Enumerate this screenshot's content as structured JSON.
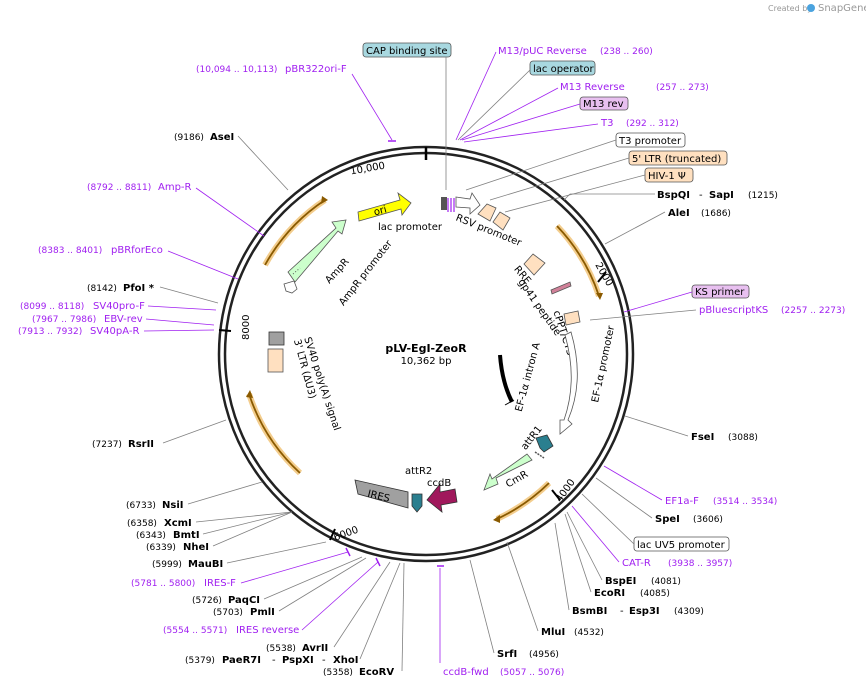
{
  "credit": {
    "created_by": "Created by",
    "brand": "SnapGene"
  },
  "plasmid": {
    "name": "pLV-EgI-ZeoR",
    "size": "10,362 bp"
  },
  "ring_ticks": {
    "t10000": "10,000",
    "t2000": "2000",
    "t4000": "4000",
    "t6000": "6000",
    "t8000": "8000"
  },
  "sites_right": {
    "cap": "CAP binding site",
    "m13puc": "M13/pUC Reverse",
    "m13puc_pos": "(238 .. 260)",
    "lacop": "lac operator",
    "m13rev": "M13 Reverse",
    "m13rev_pos": "(257 .. 273)",
    "m13revbox": "M13 rev",
    "t3": "T3",
    "t3_pos": "(292 .. 312)",
    "t3prom": "T3 promoter",
    "ltr5": "5' LTR (truncated)",
    "hiv": "HIV-1 Ψ",
    "bspqi": "BspQI",
    "sapi": "SapI",
    "bspqi_pos": "(1215)",
    "alei": "AleI",
    "alei_pos": "(1686)",
    "ks": "KS primer",
    "pbks": "pBluescriptKS",
    "pbks_pos": "(2257 .. 2273)",
    "fsei": "FseI",
    "fsei_pos": "(3088)",
    "ef1af": "EF1a-F",
    "ef1af_pos": "(3514 .. 3534)",
    "spei": "SpeI",
    "spei_pos": "(3606)",
    "lacuv5": "lac UV5 promoter",
    "catr": "CAT-R",
    "catr_pos": "(3938 .. 3957)",
    "bspei": "BspEI",
    "bspei_pos": "(4081)",
    "ecori": "EcoRI",
    "ecori_pos": "(4085)",
    "bsmbi": "BsmBI",
    "esp3i": "Esp3I",
    "bsmbi_pos": "(4309)",
    "mlui": "MluI",
    "mlui_pos": "(4532)",
    "srfi": "SrfI",
    "srfi_pos": "(4956)",
    "ccdbfwd": "ccdB-fwd",
    "ccdbfwd_pos": "(5057 .. 5076)"
  },
  "sites_left": {
    "ecorv": "EcoRV",
    "ecorv_pos": "(5358)",
    "xhoi": "XhoI",
    "pspxi": "PspXI",
    "pae": "PaeR7I",
    "pae_pos": "(5379)",
    "avrii": "AvrII",
    "avrii_pos": "(5538)",
    "iresrev": "IRES reverse",
    "iresrev_pos": "(5554 .. 5571)",
    "pmli": "PmlI",
    "pmli_pos": "(5703)",
    "paqci": "PaqCI",
    "paqci_pos": "(5726)",
    "iresf": "IRES-F",
    "iresf_pos": "(5781 .. 5800)",
    "maubi": "MauBI",
    "maubi_pos": "(5999)",
    "nhei": "NheI",
    "nhei_pos": "(6339)",
    "bmti": "BmtI",
    "bmti_pos": "(6343)",
    "xcmi": "XcmI",
    "xcmi_pos": "(6358)",
    "nsii": "NsiI",
    "nsii_pos": "(6733)",
    "rsrii": "RsrII",
    "rsrii_pos": "(7237)",
    "sv40par": "SV40pA-R",
    "sv40par_pos": "(7913 .. 7932)",
    "ebvrev": "EBV-rev",
    "ebvrev_pos": "(7967 .. 7986)",
    "sv40prof": "SV40pro-F",
    "sv40prof_pos": "(8099 .. 8118)",
    "pfoi": "PfoI *",
    "pfoi_pos": "(8142)",
    "pbrfor": "pBRforEco",
    "pbrfor_pos": "(8383 .. 8401)",
    "ampr": "Amp-R",
    "ampr_pos": "(8792 .. 8811)",
    "asei": "AseI",
    "asei_pos": "(9186)",
    "pbr322": "pBR322ori-F",
    "pbr322_pos": "(10,094 .. 10,113)"
  },
  "features": {
    "ori": "ori",
    "lacprom": "lac promoter",
    "rsvprom": "RSV promoter",
    "ampr": "AmpR",
    "amprprom": "AmpR promoter",
    "rre": "RRE",
    "gp41": "gp41 peptide",
    "cppt": "cPPT/CTS",
    "ef1aprom": "EF-1α promoter",
    "ef1aintron": "EF-1α intron A",
    "sv40polya": "SV40 poly(A) signal",
    "ltr3": "3' LTR (ΔU3)",
    "attr1": "attR1",
    "cmr": "CmR",
    "attr2": "attR2",
    "ccdb": "ccdB",
    "ires": "IRES"
  },
  "colors": {
    "ori": "#ffff00",
    "ampr": "#ccffcc",
    "ltr": "#ffe0c0",
    "promoter": "#ffffff",
    "att": "#2a7f8f",
    "ccdb": "#a0185c",
    "ires": "#a0a0a0",
    "orf_arc": "#e8a020",
    "primer": "#a020f0"
  }
}
